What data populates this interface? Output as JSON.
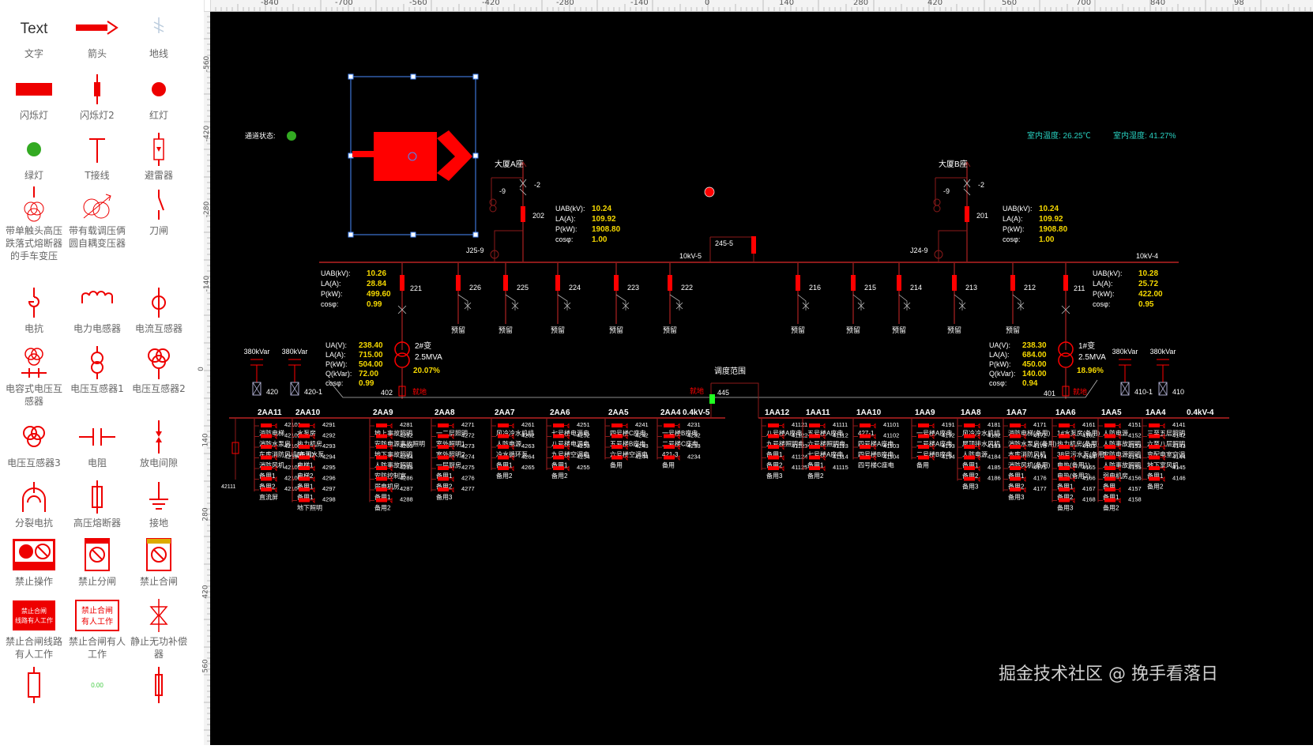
{
  "palette": {
    "items": [
      {
        "icon": "text-tool-icon",
        "glyph": "Text",
        "label": "文字"
      },
      {
        "icon": "arrow-icon",
        "label": "箭头"
      },
      {
        "icon": "ground-wire-icon",
        "label": "地线"
      },
      {
        "icon": "flash-lamp-icon",
        "label": "闪烁灯"
      },
      {
        "icon": "flash-lamp2-icon",
        "label": "闪烁灯2"
      },
      {
        "icon": "red-lamp-icon",
        "label": "红灯"
      },
      {
        "icon": "green-lamp-icon",
        "label": "绿灯"
      },
      {
        "icon": "t-junction-icon",
        "label": "T接线"
      },
      {
        "icon": "arrester-icon",
        "label": "避雷器"
      },
      {
        "icon": "fuse-transformer-icon",
        "label": "带单触头高压跌落式熔断器的手车变压"
      },
      {
        "icon": "onload-tap-transformer-icon",
        "label": "带有载调压俩圆自耦变压器"
      },
      {
        "icon": "knife-switch-icon",
        "label": "刀闸"
      },
      {
        "icon": "reactor-icon",
        "label": "电抗"
      },
      {
        "icon": "power-inductor-icon",
        "label": "电力电感器"
      },
      {
        "icon": "current-transformer-icon",
        "label": "电流互感器"
      },
      {
        "icon": "capacitive-vt-icon",
        "label": "电容式电压互感器"
      },
      {
        "icon": "voltage-transformer1-icon",
        "label": "电压互感器1"
      },
      {
        "icon": "voltage-transformer2-icon",
        "label": "电压互感器2"
      },
      {
        "icon": "voltage-transformer3-icon",
        "label": "电压互感器3"
      },
      {
        "icon": "resistor-icon",
        "label": "电阻"
      },
      {
        "icon": "discharge-gap-icon",
        "label": "放电间隙"
      },
      {
        "icon": "split-reactor-icon",
        "label": "分裂电抗"
      },
      {
        "icon": "hv-fuse-icon",
        "label": "高压熔断器"
      },
      {
        "icon": "grounding-icon",
        "label": "接地"
      },
      {
        "icon": "no-operation-sign-icon",
        "label": "禁止操作"
      },
      {
        "icon": "no-open-sign-icon",
        "label": "禁止分闸"
      },
      {
        "icon": "no-close-sign-icon",
        "label": "禁止合闸"
      },
      {
        "icon": "no-close-line-work-sign-icon",
        "sign": [
          "禁止合闸",
          "线路有人工作"
        ],
        "label": "禁止合闸线路有人工作"
      },
      {
        "icon": "no-close-person-work-sign-icon",
        "sign": [
          "禁止合闸",
          "有人工作"
        ],
        "label": "禁止合闸有人工作"
      },
      {
        "icon": "static-var-compensator-icon",
        "label": "静止无功补偿器"
      },
      {
        "icon": "breaker-icon",
        "label": ""
      },
      {
        "icon": "meter-icon",
        "glyph": "0.00",
        "label": ""
      },
      {
        "icon": "switch-icon",
        "label": ""
      }
    ]
  },
  "rulers": {
    "top_ticks": [
      "-840",
      "-700",
      "-560",
      "-420",
      "-280",
      "-140",
      "0",
      "140",
      "280",
      "420",
      "560",
      "700",
      "840",
      "98"
    ],
    "left_ticks": [
      "-560",
      "-420",
      "-280",
      "-140",
      "0",
      "140",
      "280",
      "420",
      "560"
    ]
  },
  "colors": {
    "red": "#ff0000",
    "dark_red": "#8b1a1a",
    "yellow": "#f5d800",
    "cyan": "#29d3c3",
    "green": "#00c000",
    "white": "#ffffff"
  },
  "diagram": {
    "channel_status_label": "通道状态:",
    "indoor_temp": "室内温度: 26.25℃",
    "indoor_humidity": "室内湿度: 41.27%",
    "building_a": "大厦A座",
    "building_b": "大厦B座",
    "bus_10kv_5": "10kV-5",
    "bus_10kv_4": "10kV-4",
    "bus_04kv_5": "0.4kV-5",
    "bus_04kv_4": "0.4kV-4",
    "switch_245_5": "245-5",
    "dispatch_range": "调度范围",
    "local": "就地",
    "pt_a": [
      "-9",
      "-2"
    ],
    "pt_b": [
      "-9",
      "-2"
    ],
    "j_left": "J25-9",
    "j_right": "J24-9",
    "incoming_a": {
      "id": "202",
      "lines": [
        "UAB(kV):",
        "LA(A):",
        "P(kW):",
        "cosφ:"
      ],
      "values": [
        "10.24",
        "109.92",
        "1908.80",
        "1.00"
      ]
    },
    "incoming_b": {
      "id": "201",
      "lines": [
        "UAB(kV):",
        "LA(A):",
        "P(kW):",
        "cosφ:"
      ],
      "values": [
        "10.24",
        "109.92",
        "1908.80",
        "1.00"
      ]
    },
    "feeder_221": {
      "id": "221",
      "lines": [
        "UAB(kV):",
        "LA(A):",
        "P(kW):",
        "cosφ:"
      ],
      "values": [
        "10.26",
        "28.84",
        "499.60",
        "0.99"
      ]
    },
    "feeder_211": {
      "id": "211",
      "lines": [
        "UAB(kV):",
        "LA(A):",
        "P(kW):",
        "cosφ:"
      ],
      "values": [
        "10.28",
        "25.72",
        "422.00",
        "0.95"
      ]
    },
    "reserved_feeders_left": [
      "226",
      "225",
      "224",
      "223",
      "222"
    ],
    "reserved_feeders_right": [
      "216",
      "215",
      "214",
      "213",
      "212"
    ],
    "reserved_label": "预留",
    "transformer_2": {
      "name": "2#变",
      "rating": "2.5MVA",
      "pct": "20.07%",
      "lines": [
        "UA(V):",
        "LA(A):",
        "P(kW):",
        "Q(kVar):",
        "cosφ:"
      ],
      "values": [
        "238.40",
        "715.00",
        "504.00",
        "72.00",
        "0.99"
      ]
    },
    "transformer_1": {
      "name": "1#变",
      "rating": "2.5MVA",
      "pct": "18.96%",
      "lines": [
        "UA(V):",
        "LA(A):",
        "P(kW):",
        "Q(kVar):",
        "cosφ:"
      ],
      "values": [
        "238.30",
        "684.00",
        "450.00",
        "140.00",
        "0.94"
      ]
    },
    "cap_left": {
      "labels": [
        "380kVar",
        "380kVar"
      ],
      "ids": [
        "420",
        "420-1"
      ]
    },
    "cap_right": {
      "labels": [
        "380kVar",
        "380kVar"
      ],
      "ids": [
        "410-1",
        "410"
      ]
    },
    "main_breakers": {
      "left": "402",
      "tie": "445",
      "right": "401"
    },
    "tie_feeder": "42111",
    "cabinets": [
      {
        "name": "2AA11",
        "items": [
          [
            "42101",
            "消防电梯"
          ],
          [
            "42102",
            "消防水泵房"
          ],
          [
            "42103",
            "车库消防风机(备用)"
          ],
          [
            "42104",
            "消防风机"
          ],
          [
            "42105",
            "备用1"
          ],
          [
            "42106",
            "备用2"
          ],
          [
            "42107",
            "直流屏"
          ]
        ]
      },
      {
        "name": "2AA10",
        "items": [
          [
            "4291",
            "水泵房"
          ],
          [
            "4292",
            "热力机房"
          ],
          [
            "4293",
            "BF污水泵"
          ],
          [
            "4294",
            "电梯1"
          ],
          [
            "4295",
            "电梯2"
          ],
          [
            "4296",
            "备用1"
          ],
          [
            "4297",
            "备用1"
          ],
          [
            "4298",
            "地下照明"
          ]
        ]
      },
      {
        "name": "2AA9",
        "items": [
          [
            "4281",
            "地上事故照明"
          ],
          [
            "4282",
            "安防电源事故照明"
          ],
          [
            "4283",
            "地下事故照明"
          ],
          [
            "4284",
            "人防事故照明"
          ],
          [
            "4285",
            "安防控制室"
          ],
          [
            "4286",
            "弱电机房"
          ],
          [
            "4287",
            "备用1"
          ],
          [
            "4288",
            "备用2"
          ]
        ]
      },
      {
        "name": "2AA8",
        "items": [
          [
            "4271",
            "一二层照明"
          ],
          [
            "4272",
            "室外照明1"
          ],
          [
            "4273",
            "室外照明2"
          ],
          [
            "4274",
            "一层厨房"
          ],
          [
            "4275",
            "备用1"
          ],
          [
            "4276",
            "备用2"
          ],
          [
            "4277",
            "备用3"
          ]
        ]
      },
      {
        "name": "2AA7",
        "items": [
          [
            "4261",
            "风冷冷水机组"
          ],
          [
            "4262",
            "人防电源"
          ],
          [
            "4263",
            "冷水循环泵"
          ],
          [
            "4264",
            "备用1"
          ],
          [
            "4265",
            "备用2"
          ]
        ]
      },
      {
        "name": "2AA6",
        "items": [
          [
            "4251",
            "七号楼电源电"
          ],
          [
            "4252",
            "八号楼电源电"
          ],
          [
            "4253",
            "九号楼空调电"
          ],
          [
            "4254",
            "备用1"
          ],
          [
            "4255",
            "备用2"
          ]
        ]
      },
      {
        "name": "2AA5",
        "items": [
          [
            "4241",
            "四号楼C座电"
          ],
          [
            "4242",
            "五号楼B座电"
          ],
          [
            "4243",
            "六号楼空调电"
          ],
          [
            "4244",
            "备用"
          ]
        ]
      },
      {
        "name": "2AA4",
        "items": [
          [
            "4231",
            "一号楼B座电"
          ],
          [
            "4232",
            "二号楼C座电"
          ],
          [
            "4233",
            "421-3"
          ],
          [
            "4234",
            "备用"
          ]
        ]
      },
      {
        "name": "1AA12",
        "items": [
          [
            "41121",
            "八号楼A座电"
          ],
          [
            "41122",
            "九号楼照明电"
          ],
          [
            "41123",
            "备用1"
          ],
          [
            "41124",
            "备用2"
          ],
          [
            "41125",
            "备用3"
          ]
        ]
      },
      {
        "name": "1AA11",
        "items": [
          [
            "41111",
            "五号楼A座电"
          ],
          [
            "41112",
            "六号楼照明电"
          ],
          [
            "41113",
            "七号楼A座电"
          ],
          [
            "41114",
            "备用1"
          ],
          [
            "41115",
            "备用2"
          ]
        ]
      },
      {
        "name": "1AA10",
        "items": [
          [
            "41101",
            "427-1"
          ],
          [
            "41102",
            "四号楼A座电"
          ],
          [
            "41103",
            "四号楼B座电"
          ],
          [
            "41104",
            "四号楼C座电"
          ]
        ]
      },
      {
        "name": "1AA9",
        "items": [
          [
            "4191",
            "一号楼A座电"
          ],
          [
            "4192",
            "二号楼A座电"
          ],
          [
            "4193",
            "二号楼B座电"
          ],
          [
            "4194",
            "备用"
          ]
        ]
      },
      {
        "name": "1AA8",
        "items": [
          [
            "4181",
            "风冷冷水机组"
          ],
          [
            "4182",
            "屋顶排水风机"
          ],
          [
            "4183",
            "人防电源"
          ],
          [
            "4184",
            "备用1"
          ],
          [
            "4185",
            "备用2"
          ],
          [
            "4186",
            "备用3"
          ]
        ]
      },
      {
        "name": "1AA7",
        "items": [
          [
            "4171",
            "消防电梯(备用)"
          ],
          [
            "4172",
            "消防水泵房(备用)"
          ],
          [
            "4173",
            "本库消防风机"
          ],
          [
            "4174",
            "消防风机(备用)"
          ],
          [
            "4175",
            "备用1"
          ],
          [
            "4176",
            "备用2"
          ],
          [
            "4177",
            "备用3"
          ]
        ]
      },
      {
        "name": "1AA6",
        "items": [
          [
            "4161",
            "1#水泵房(备用)"
          ],
          [
            "4162",
            "热力机房(备用)"
          ],
          [
            "4163",
            "38号污水泵(备用)"
          ],
          [
            "4164",
            "电热(备用1)"
          ],
          [
            "4165",
            "电热(备用2)"
          ],
          [
            "4166",
            "备用1"
          ],
          [
            "4167",
            "备用2"
          ],
          [
            "4168",
            "备用3"
          ]
        ]
      },
      {
        "name": "1AA5",
        "items": [
          [
            "4151",
            "人防电源"
          ],
          [
            "4152",
            "人防事故照明"
          ],
          [
            "4153",
            "安防电源照明"
          ],
          [
            "4154",
            "人防事故照明"
          ],
          [
            "4155",
            "弱电机房"
          ],
          [
            "4156",
            "备用"
          ],
          [
            "4157",
            "备用1"
          ],
          [
            "4158",
            "备用2"
          ]
        ]
      },
      {
        "name": "1AA4",
        "items": [
          [
            "4141",
            "三至五层照明"
          ],
          [
            "4142",
            "六至八层照明"
          ],
          [
            "4143",
            "变配电室空调"
          ],
          [
            "4144",
            "地下室风机"
          ],
          [
            "4145",
            "备用1"
          ],
          [
            "4146",
            "备用2"
          ]
        ]
      }
    ]
  },
  "watermark": "掘金技术社区 @ 挽手看落日"
}
